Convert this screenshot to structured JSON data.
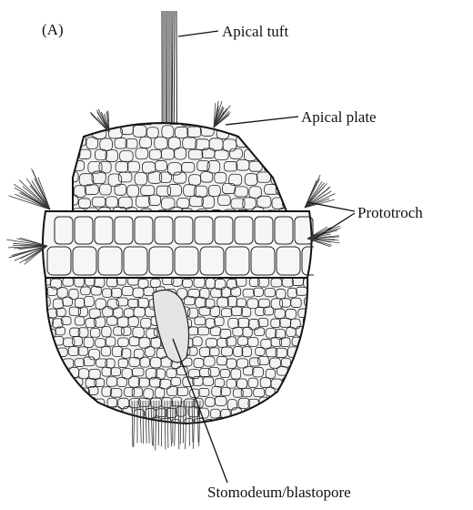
{
  "figure": {
    "panel_label": "(A)",
    "labels": {
      "apical_tuft": "Apical tuft",
      "apical_plate": "Apical plate",
      "prototroch": "Prototroch",
      "stomodeum": "Stomodeum/blastopore"
    },
    "colors": {
      "ink": "#111111",
      "cell_fill": "#f3f3f3",
      "cilia": "#333333"
    }
  }
}
